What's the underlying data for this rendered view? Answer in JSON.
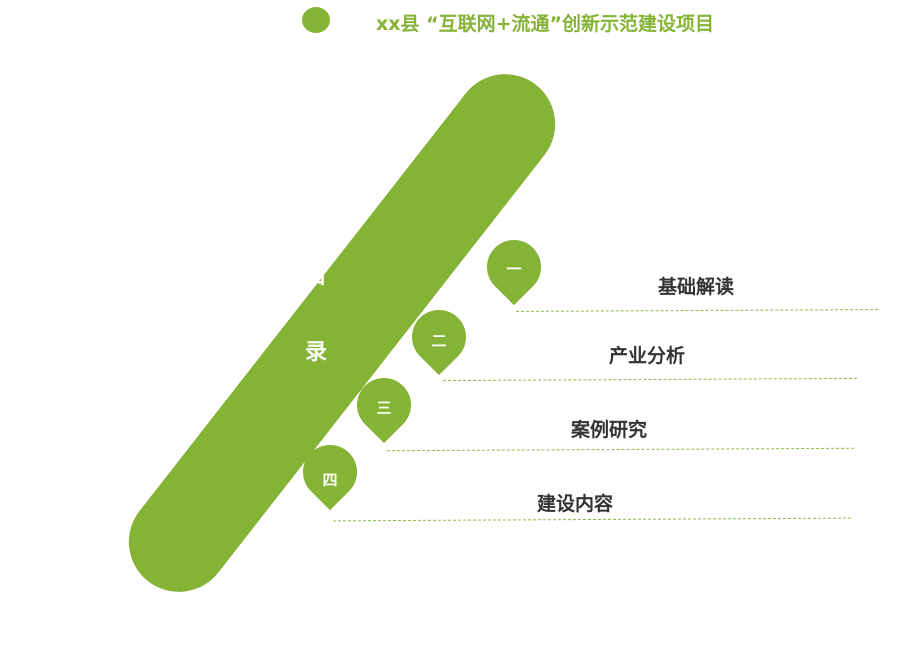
{
  "header": {
    "title": "xx县 “互联网+流通”创新示范建设项目"
  },
  "toc": {
    "title_chars": [
      "目",
      "录"
    ],
    "items": [
      {
        "number": "一",
        "label": "基础解读"
      },
      {
        "number": "二",
        "label": "产业分析"
      },
      {
        "number": "三",
        "label": "案例研究"
      },
      {
        "number": "四",
        "label": "建设内容"
      }
    ]
  },
  "colors": {
    "accent": "#85b335",
    "text": "#333333",
    "background": "#ffffff"
  }
}
